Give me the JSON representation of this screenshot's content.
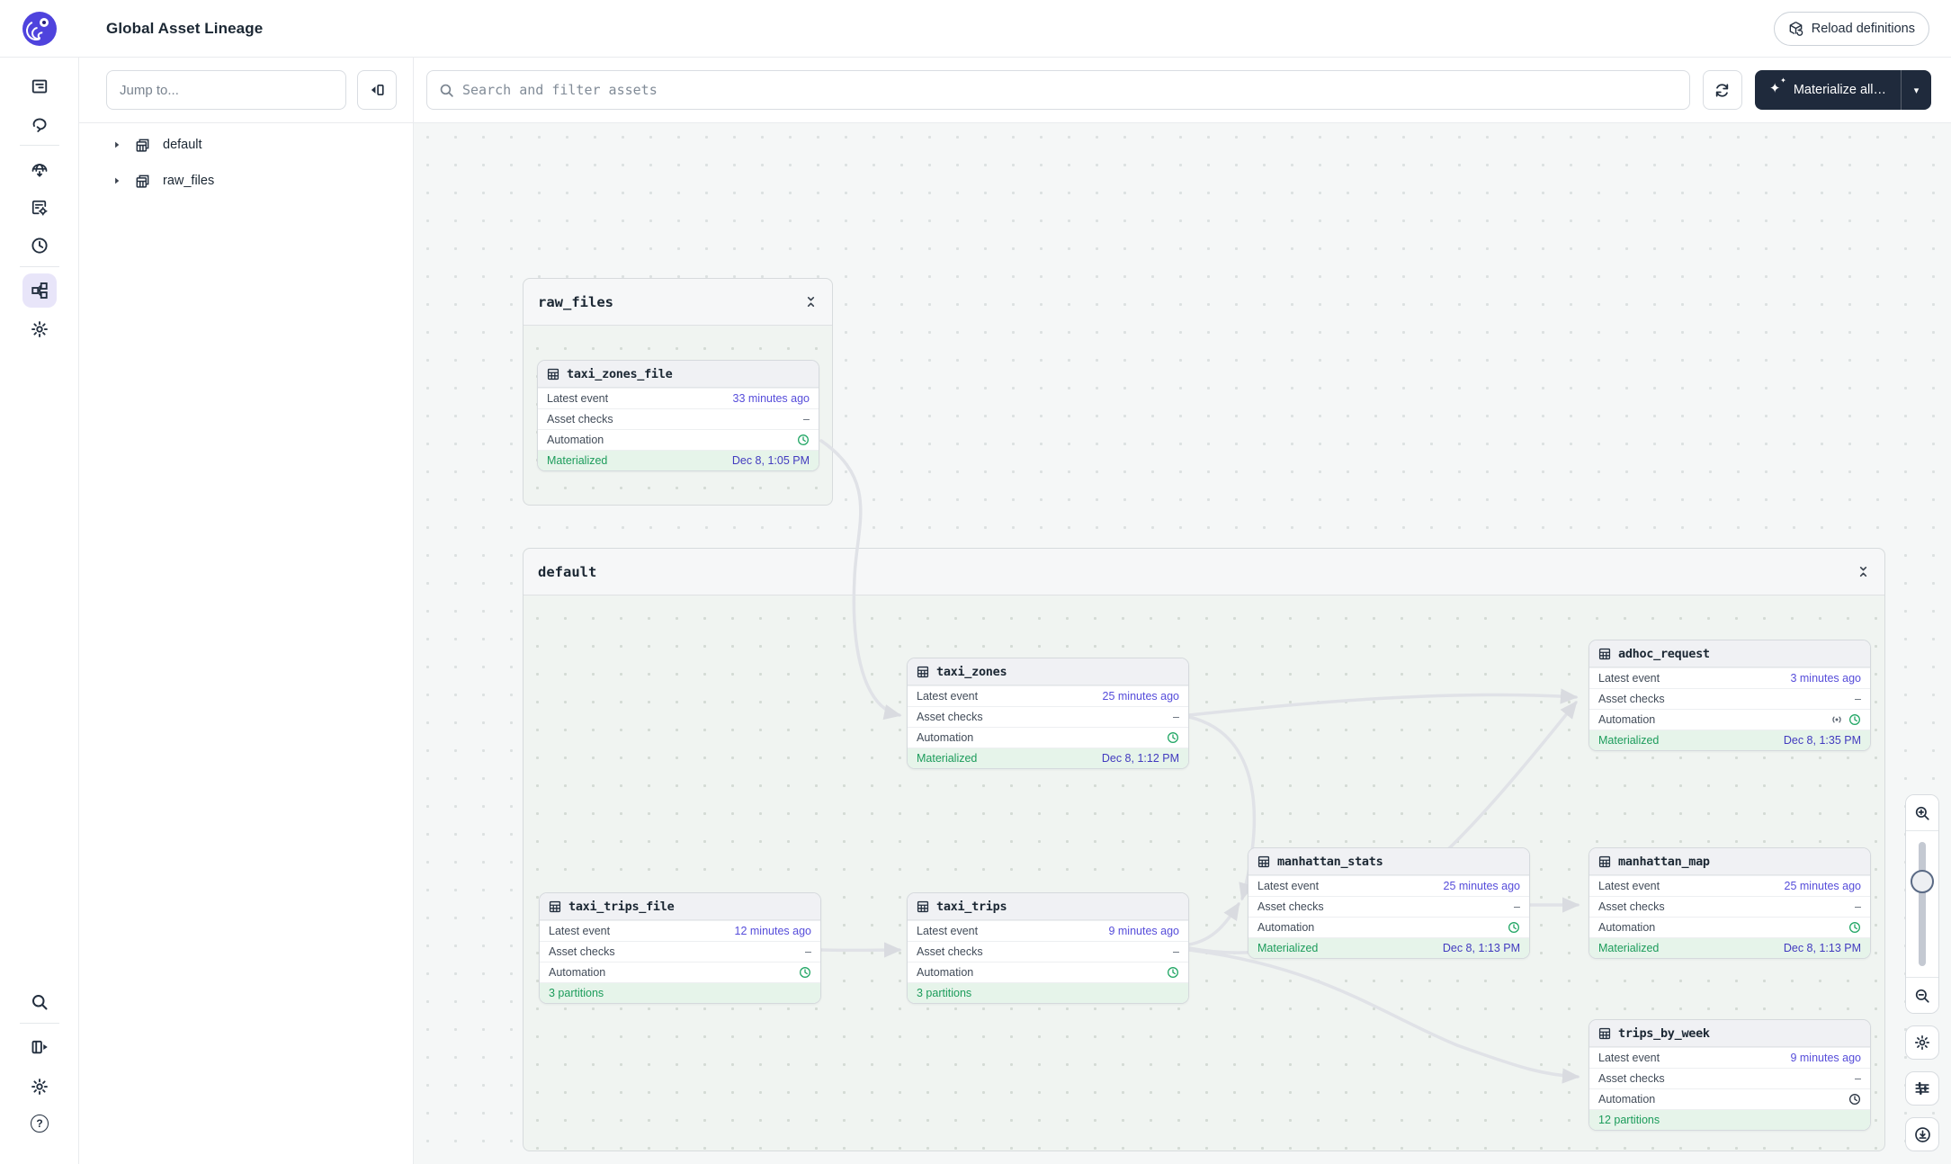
{
  "topbar": {
    "title": "Global Asset Lineage",
    "reload_button": "Reload definitions",
    "logo_color": "#4F43DD"
  },
  "rail": {
    "items": [
      {
        "name": "overview-icon"
      },
      {
        "name": "runs-icon"
      },
      {
        "name": "deployment-icon"
      },
      {
        "name": "jobs-icon"
      },
      {
        "name": "schedules-icon"
      },
      {
        "name": "asset-lineage-icon",
        "active": true
      },
      {
        "name": "settings-icon"
      }
    ],
    "bottom_items": [
      {
        "name": "search-icon"
      },
      {
        "name": "expand-panel-icon"
      },
      {
        "name": "gear-icon"
      },
      {
        "name": "help-icon"
      }
    ]
  },
  "sidebar": {
    "jump_placeholder": "Jump to...",
    "tree": [
      {
        "label": "default",
        "icon": "asset-group-icon"
      },
      {
        "label": "raw_files",
        "icon": "asset-group-icon"
      }
    ]
  },
  "toolbar": {
    "search_placeholder": "Search and filter assets",
    "materialize_label": "Materialize all…",
    "materialize_bg": "#1F2A3C",
    "caret": "▾"
  },
  "graph": {
    "row_labels": {
      "latest_event": "Latest event",
      "asset_checks": "Asset checks",
      "automation": "Automation"
    },
    "groups": [
      {
        "name": "raw_files"
      },
      {
        "name": "default"
      }
    ],
    "nodes": [
      {
        "name": "taxi_zones_file",
        "group": "raw_files",
        "latest_event": "33 minutes ago",
        "asset_checks": "–",
        "automation": [
          "clock-green-icon"
        ],
        "status_label": "Materialized",
        "status_value": "Dec 8, 1:05 PM"
      },
      {
        "name": "taxi_zones",
        "group": "default",
        "latest_event": "25 minutes ago",
        "asset_checks": "–",
        "automation": [
          "clock-green-icon"
        ],
        "status_label": "Materialized",
        "status_value": "Dec 8, 1:12 PM"
      },
      {
        "name": "adhoc_request",
        "group": "default",
        "latest_event": "3 minutes ago",
        "asset_checks": "–",
        "automation": [
          "sensor-icon",
          "clock-green-icon"
        ],
        "status_label": "Materialized",
        "status_value": "Dec 8, 1:35 PM"
      },
      {
        "name": "manhattan_stats",
        "group": "default",
        "latest_event": "25 minutes ago",
        "asset_checks": "–",
        "automation": [
          "clock-green-icon"
        ],
        "status_label": "Materialized",
        "status_value": "Dec 8, 1:13 PM"
      },
      {
        "name": "manhattan_map",
        "group": "default",
        "latest_event": "25 minutes ago",
        "asset_checks": "–",
        "automation": [
          "clock-green-icon"
        ],
        "status_label": "Materialized",
        "status_value": "Dec 8, 1:13 PM"
      },
      {
        "name": "taxi_trips_file",
        "group": "default",
        "latest_event": "12 minutes ago",
        "asset_checks": "–",
        "automation": [
          "clock-green-icon"
        ],
        "status_label": "3 partitions",
        "status_value": ""
      },
      {
        "name": "taxi_trips",
        "group": "default",
        "latest_event": "9 minutes ago",
        "asset_checks": "–",
        "automation": [
          "clock-green-icon"
        ],
        "status_label": "3 partitions",
        "status_value": ""
      },
      {
        "name": "trips_by_week",
        "group": "default",
        "latest_event": "9 minutes ago",
        "asset_checks": "–",
        "automation": [
          "clock-dark-icon"
        ],
        "status_label": "12 partitions",
        "status_value": ""
      }
    ],
    "edges": [
      {
        "from": "taxi_zones_file",
        "to": "taxi_zones"
      },
      {
        "from": "taxi_trips_file",
        "to": "taxi_trips"
      },
      {
        "from": "taxi_zones",
        "to": "adhoc_request"
      },
      {
        "from": "taxi_zones",
        "to": "manhattan_stats"
      },
      {
        "from": "taxi_trips",
        "to": "manhattan_stats"
      },
      {
        "from": "taxi_trips",
        "to": "adhoc_request"
      },
      {
        "from": "manhattan_stats",
        "to": "manhattan_map"
      },
      {
        "from": "taxi_trips",
        "to": "trips_by_week"
      }
    ]
  },
  "colors": {
    "accent_purple": "#4F43DD",
    "link_purple": "#564DDA",
    "status_green": "#1C9C5B",
    "status_bg": "#E6F4EA",
    "edge_gray": "#E0E2E7",
    "dark_button": "#1F2A3C"
  }
}
